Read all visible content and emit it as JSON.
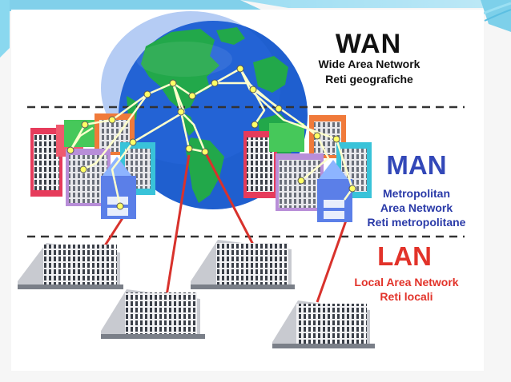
{
  "wan": {
    "title": "WAN",
    "subtitle_en": "Wide Area Network",
    "subtitle_it": "Reti geografiche"
  },
  "man": {
    "title": "MAN",
    "subtitle_en_1": "Metropolitan",
    "subtitle_en_2": "Area Network",
    "subtitle_it": "Reti metropolitane"
  },
  "lan": {
    "title": "LAN",
    "subtitle_en": "Local Area Network",
    "subtitle_it": "Reti locali"
  },
  "colors": {
    "wan_text": "#111111",
    "man_text": "#3348b8",
    "lan_text": "#e2332a",
    "wan_links": "#ffffcc",
    "lan_links": "#d8322c",
    "ocean": "#1f5fcf",
    "land": "#22a84a",
    "slide_accent": "#5fc4e4"
  },
  "icons": [
    "globe-icon",
    "city-cluster-icon",
    "office-building-icon"
  ]
}
